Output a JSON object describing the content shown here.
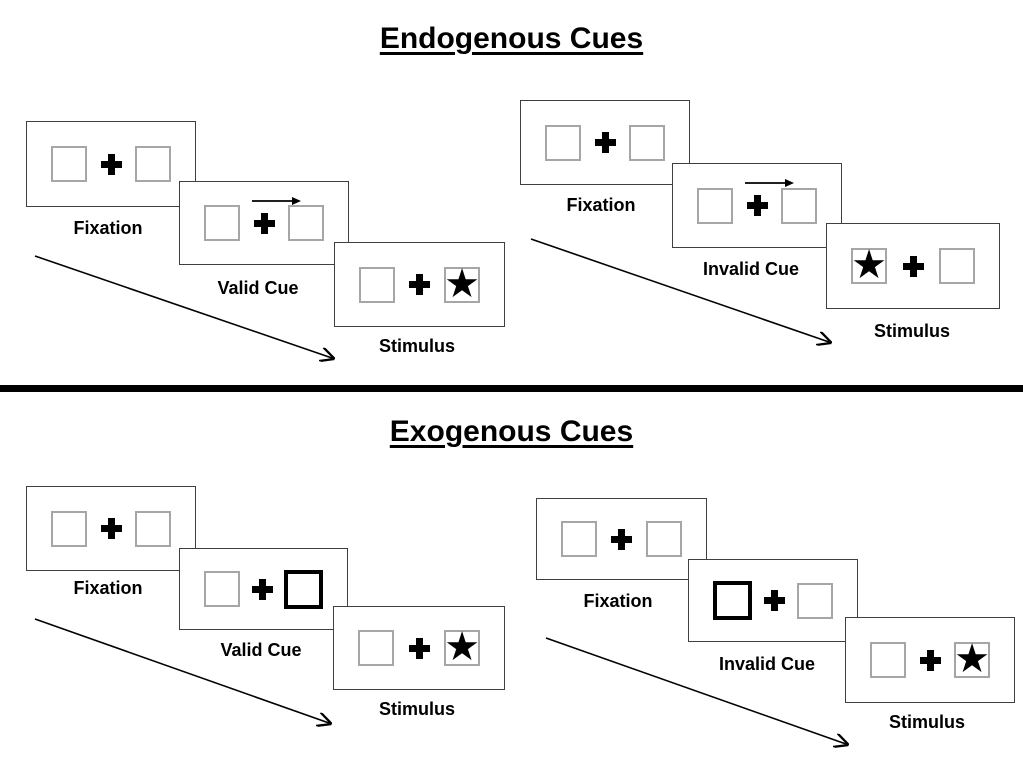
{
  "titles": {
    "endogenous": "Endogenous Cues",
    "exogenous": "Exogenous Cues"
  },
  "symbols": {
    "star": "★",
    "fixation_cross": "+",
    "cue_arrow_direction": "right"
  },
  "colors": {
    "ink": "#000000",
    "panel_border": "#3f3f3f",
    "box_border": "#a6a6a6",
    "background": "#ffffff"
  },
  "groups": [
    {
      "section": "Endogenous",
      "condition": "Valid",
      "panels": [
        {
          "label": "Fixation",
          "left_box": "empty",
          "right_box": "empty",
          "cue": "none"
        },
        {
          "label": "Valid Cue",
          "left_box": "empty",
          "right_box": "empty",
          "cue": "central-arrow-right"
        },
        {
          "label": "Stimulus",
          "left_box": "empty",
          "right_box": "star",
          "cue": "none"
        }
      ]
    },
    {
      "section": "Endogenous",
      "condition": "Invalid",
      "panels": [
        {
          "label": "Fixation",
          "left_box": "empty",
          "right_box": "empty",
          "cue": "none"
        },
        {
          "label": "Invalid Cue",
          "left_box": "empty",
          "right_box": "empty",
          "cue": "central-arrow-right"
        },
        {
          "label": "Stimulus",
          "left_box": "star",
          "right_box": "empty",
          "cue": "none"
        }
      ]
    },
    {
      "section": "Exogenous",
      "condition": "Valid",
      "panels": [
        {
          "label": "Fixation",
          "left_box": "empty",
          "right_box": "empty",
          "cue": "none"
        },
        {
          "label": "Valid Cue",
          "left_box": "empty",
          "right_box": "highlighted",
          "cue": "peripheral-right-box"
        },
        {
          "label": "Stimulus",
          "left_box": "empty",
          "right_box": "star",
          "cue": "none"
        }
      ]
    },
    {
      "section": "Exogenous",
      "condition": "Invalid",
      "panels": [
        {
          "label": "Fixation",
          "left_box": "empty",
          "right_box": "empty",
          "cue": "none"
        },
        {
          "label": "Invalid Cue",
          "left_box": "highlighted",
          "right_box": "empty",
          "cue": "peripheral-left-box"
        },
        {
          "label": "Stimulus",
          "left_box": "empty",
          "right_box": "star",
          "cue": "none"
        }
      ]
    }
  ]
}
